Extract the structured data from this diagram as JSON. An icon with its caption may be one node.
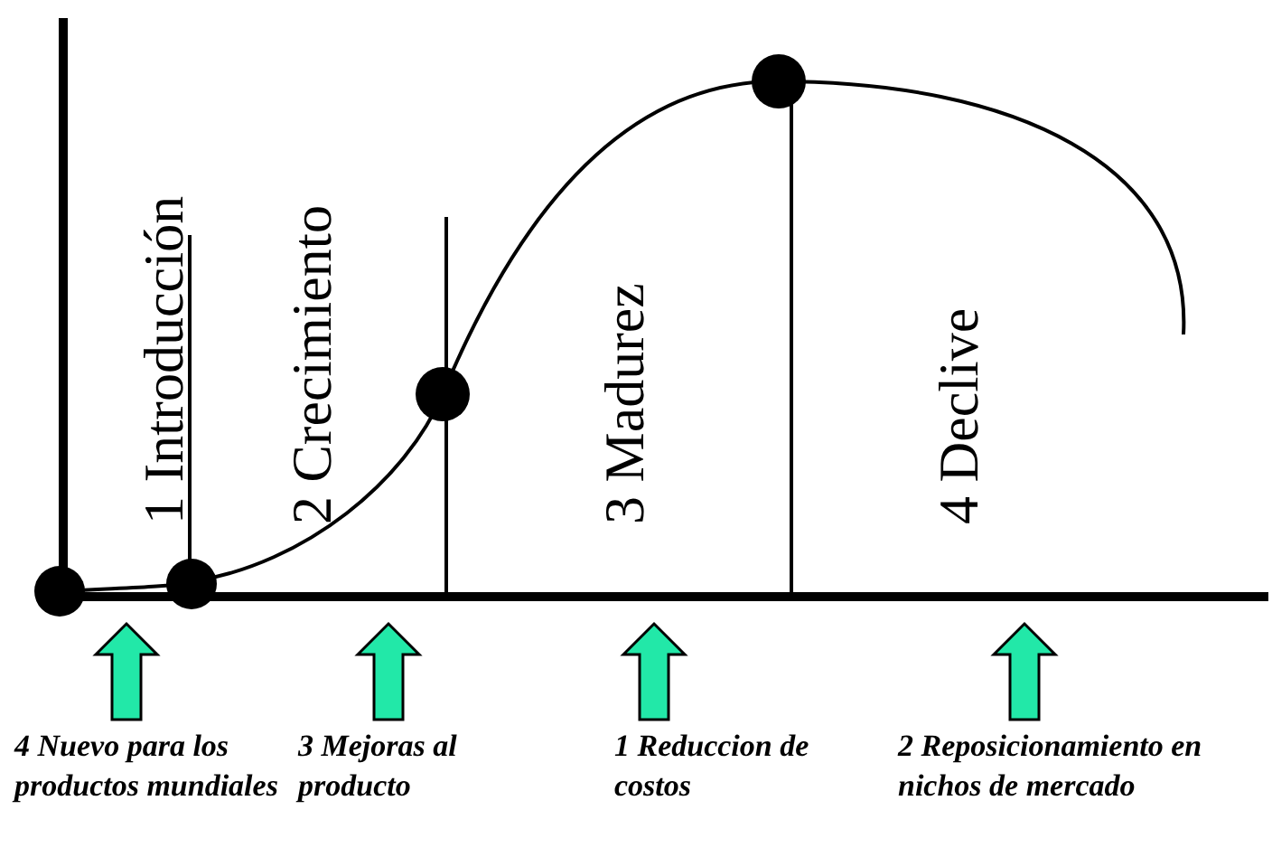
{
  "diagram": {
    "labels": [
      "1 Introducción",
      "2 Crecimiento",
      "3 Madurez",
      "4 Declive",
      "4 Nuevo para los productos mundiales",
      "3 Mejoras al producto",
      "1 Reduccion de costos",
      "2 Reposicionamiento en nichos de mercado"
    ]
  }
}
